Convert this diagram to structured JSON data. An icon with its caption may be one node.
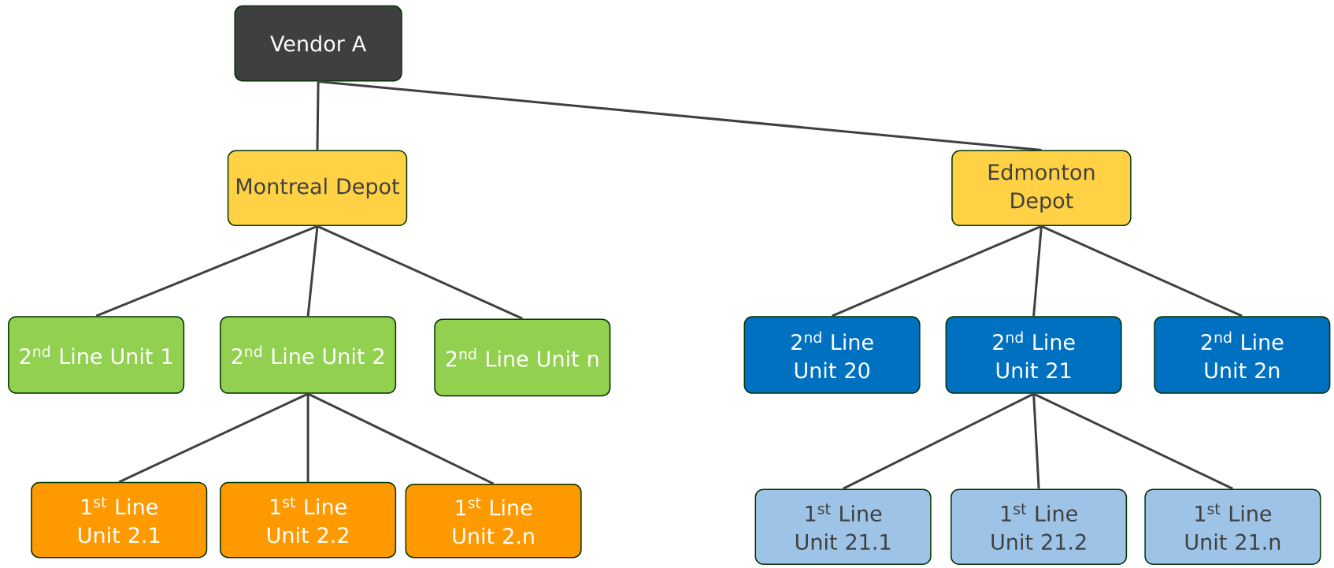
{
  "diagram": {
    "nodes": [
      {
        "text": [
          "Vendor A"
        ]
      },
      {
        "text": [
          "Montreal Depot"
        ]
      },
      {
        "text": [
          "Edmonton Depot"
        ]
      },
      {
        "text": [
          "2$^{nd}$ Line Unit 1"
        ]
      },
      {
        "text": [
          "2$^{nd}$ Line Unit 2"
        ]
      },
      {
        "text": [
          "2$^{nd}$ Line Unit n"
        ]
      },
      {
        "text": [
          "2$^{nd}$ Line Unit 20"
        ]
      },
      {
        "text": [
          "2$^{nd}$ Line Unit 21"
        ]
      },
      {
        "text": [
          "2$^{nd}$ Line Unit 2n"
        ]
      },
      {
        "text": [
          "1$^{st}$ Line Unit 2.1"
        ]
      },
      {
        "text": [
          "1$^{st}$ Line Unit 2.2"
        ]
      },
      {
        "text": [
          "1$^{st}$ Line Unit 2.n"
        ]
      },
      {
        "text": [
          "1$^{st}$ Line Unit 21.1"
        ]
      },
      {
        "text": [
          "1$^{st}$ Line Unit 21.2"
        ]
      },
      {
        "text": [
          "1$^{st}$ Line Unit 21.n"
        ]
      }
    ],
    "edges": [
      {
        "from": 0,
        "to": 1,
        "arrow": "none"
      },
      {
        "from": 0,
        "to": 2,
        "arrow": "none"
      },
      {
        "from": 1,
        "to": 3,
        "arrow": "none"
      },
      {
        "from": 1,
        "to": 4,
        "arrow": "none"
      },
      {
        "from": 1,
        "to": 5,
        "arrow": "none"
      },
      {
        "from": 2,
        "to": 6,
        "arrow": "none"
      },
      {
        "from": 2,
        "to": 7,
        "arrow": "none"
      },
      {
        "from": 2,
        "to": 8,
        "arrow": "none"
      },
      {
        "from": 4,
        "to": 9,
        "arrow": "none"
      },
      {
        "from": 4,
        "to": 10,
        "arrow": "none"
      },
      {
        "from": 4,
        "to": 11,
        "arrow": "none"
      },
      {
        "from": 7,
        "to": 12,
        "arrow": "none"
      },
      {
        "from": 7,
        "to": 13,
        "arrow": "none"
      },
      {
        "from": 7,
        "to": 14,
        "arrow": "none"
      }
    ]
  }
}
